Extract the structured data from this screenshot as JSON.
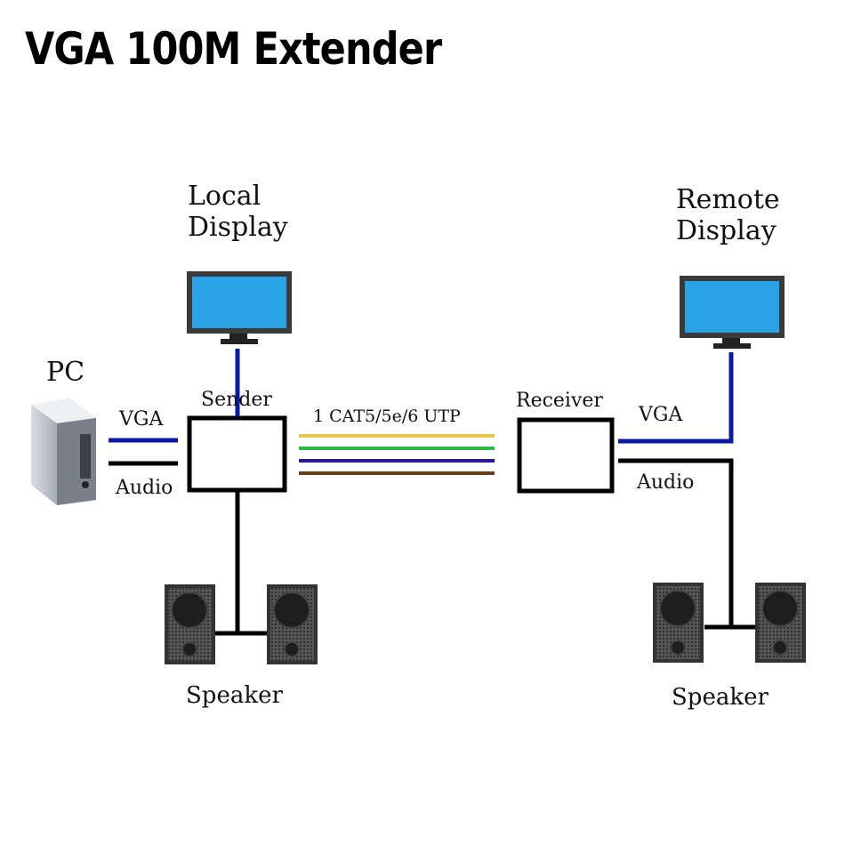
{
  "title": "VGA 100M Extender",
  "labels": {
    "local_display": [
      "Local",
      "Display"
    ],
    "remote_display": [
      "Remote",
      "Display"
    ],
    "pc": "PC",
    "sender": "Sender",
    "receiver": "Receiver",
    "cable": "1 CAT5/5e/6 UTP",
    "vga_left": "VGA",
    "audio_left": "Audio",
    "vga_right": "VGA",
    "audio_right": "Audio",
    "speaker_left": "Speaker",
    "speaker_right": "Speaker"
  },
  "colors": {
    "vga_line": "#0a1aa8",
    "audio_line": "#000000",
    "screen": "#2aa3e6",
    "cable_1": "#e8c84a",
    "cable_2": "#2fb84a",
    "cable_3": "#2a1a9a",
    "cable_4": "#6b3f1c"
  }
}
